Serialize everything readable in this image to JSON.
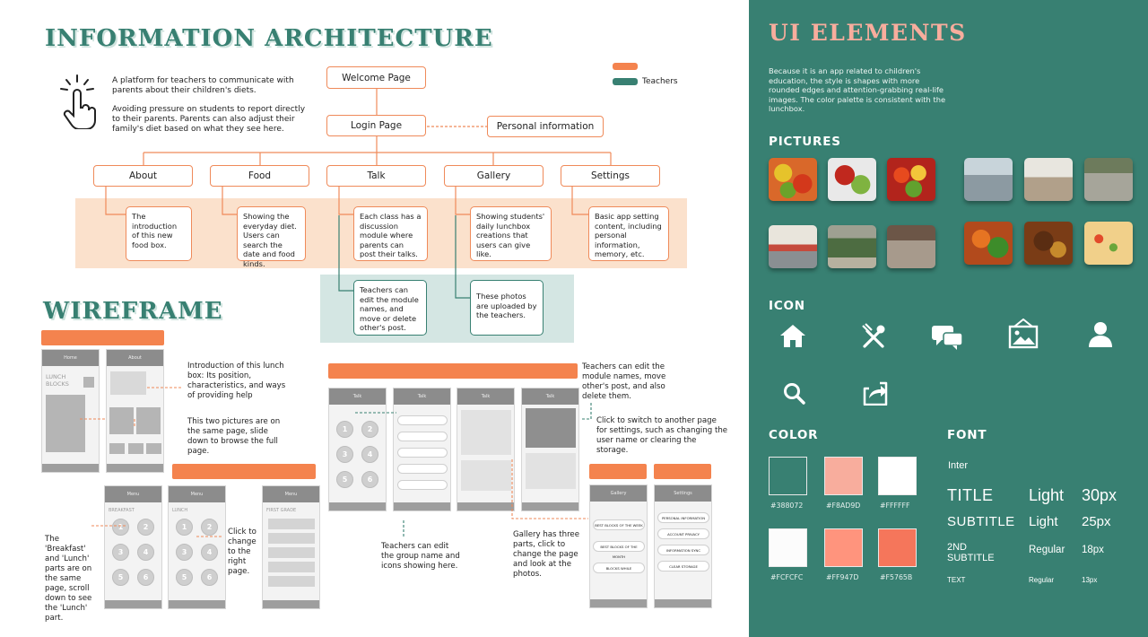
{
  "colors": {
    "accent_teal": "#388072",
    "accent_orange": "#F4834E",
    "peach_band": "#FBE1CC",
    "teal_band": "#D4E6E3"
  },
  "ia": {
    "title": "INFORMATION ARCHITECTURE",
    "intro_1": "A platform for teachers to communicate with parents about their children's diets.",
    "intro_2": "Avoiding pressure on students to report directly to their parents. Parents can also adjust their family's diet based on what they see here.",
    "legend_teachers": "Teachers",
    "nodes": {
      "welcome": "Welcome Page",
      "login": "Login Page",
      "personal": "Personal information",
      "about": "About",
      "food": "Food",
      "talk": "Talk",
      "gallery": "Gallery",
      "settings": "Settings"
    },
    "details": {
      "about": "The introduction of this new food box.",
      "food": "Showing the everyday diet. Users can search the date and food kinds.",
      "talk": "Each class has a discussion module where parents can post their talks.",
      "gallery": "Showing students' daily  lunchbox creations that users can give like.",
      "settings": "Basic app setting content, including personal information, memory, etc.",
      "talk_teacher": "Teachers can edit the module names, and move or delete other's post.",
      "gallery_teacher": "These photos are uploaded by the teachers."
    }
  },
  "wireframe": {
    "title": "WIREFRAME",
    "note_lunchbox": "Introduction of this lunch box: Its position, characteristics, and ways of providing help",
    "note_pictures": "This two pictures are on the same page, slide down to browse the full page.",
    "note_breakfast": "The 'Breakfast' and 'Lunch' parts are on the same page, scroll down to see the 'Lunch' part.",
    "note_click": "Click to change to the right page.",
    "note_talk": "Teachers can edit the module names, move other's post, and also delete them.",
    "note_settings": "Click to switch to another page for settings, such as changing the user name or clearing the storage.",
    "note_group": "Teachers can edit the group name and icons showing here.",
    "note_gallery": "Gallery has three parts, click to change the page and look at the photos.",
    "screen_home": "Home",
    "screen_about": "About",
    "screen_menu": "Menu",
    "screen_talk": "Talk",
    "screen_gallery": "Gallery",
    "screen_settings": "Settings",
    "lunch_blocks": "LUNCH BLOCKS",
    "breakfast": "BREAKFAST",
    "lunch": "LUNCH",
    "first_grade": "FIRST GRADE",
    "personal_info": "PERSONAL INFORMATION",
    "gallery_btn_1": "BEST BLOCKS OF THE WEEK",
    "gallery_btn_2": "BEST BLOCKS OF THE MONTH",
    "gallery_btn_3": "BLOCKS WHILE",
    "settings_btn_1": "PERSONAL INFORMATION",
    "settings_btn_2": "ACCOUNT PRIVACY",
    "settings_btn_3": "INFORMATION SYNC",
    "settings_btn_4": "CLEAR STORAGE"
  },
  "ui": {
    "title": "UI ELEMENTS",
    "description": "Because it is an app related to children's education, the style is shapes with more rounded edges and attention-grabbing real-life images. The color palette is consistent with the lunchbox.",
    "pictures_heading": "PICTURES",
    "icon_heading": "ICON",
    "icons": [
      "home-icon",
      "utensils-icon",
      "chat-icon",
      "gallery-icon",
      "user-icon",
      "search-icon",
      "share-icon"
    ],
    "color_heading": "COLOR",
    "swatches": [
      {
        "hex": "#388072",
        "label": "#388072"
      },
      {
        "hex": "#F8AD9D",
        "label": "#F8AD9D"
      },
      {
        "hex": "#FFFFFF",
        "label": "#FFFFFF"
      },
      {
        "hex": "#FCFCFC",
        "label": "#FCFCFC"
      },
      {
        "hex": "#FF947D",
        "label": "#FF947D"
      },
      {
        "hex": "#F5765B",
        "label": "#F5765B"
      }
    ],
    "font_heading": "FONT",
    "font_name": "Inter",
    "font_rows": [
      {
        "role": "TITLE",
        "weight": "Light",
        "size": "30px"
      },
      {
        "role": "SUBTITLE",
        "weight": "Light",
        "size": "25px"
      },
      {
        "role": "2ND SUBTITLE",
        "weight": "Regular",
        "size": "18px"
      },
      {
        "role": "TEXT",
        "weight": "Regular",
        "size": "13px"
      }
    ]
  }
}
